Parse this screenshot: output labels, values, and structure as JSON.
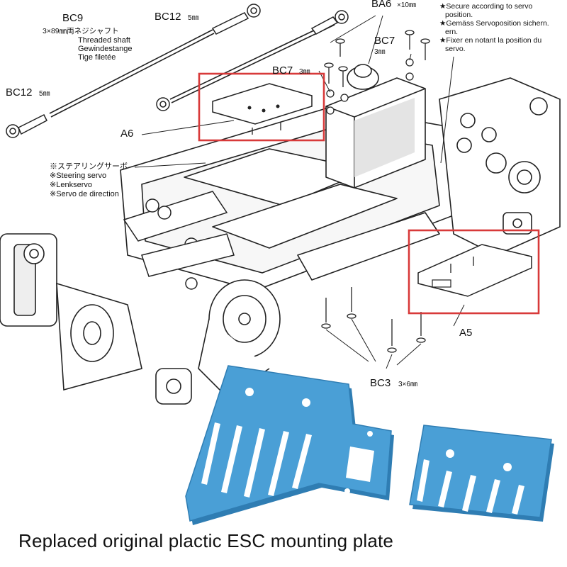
{
  "labels": {
    "bc9_code": "BC9",
    "bc9_size": "3×89㎜両ネジシャフト",
    "bc9_en": "Threaded shaft",
    "bc9_de": "Gewindestange",
    "bc9_fr": "Tige filetée",
    "bc12_top": "BC12",
    "bc12_top_size": "5㎜",
    "bc12_left": "BC12",
    "bc12_left_size": "5㎜",
    "ba6": "BA6",
    "ba6_size": "×10㎜",
    "bc7_right": "BC7",
    "bc7_right_size": "3㎜",
    "bc7_mid": "BC7",
    "bc7_mid_size": "3㎜",
    "a6": "A6",
    "a5": "A5",
    "bc3": "BC3",
    "bc3_size": "3×6㎜",
    "servo_jp": "※ステアリングサーボ",
    "servo_en": "※Steering servo",
    "servo_de": "※Lenkservo",
    "servo_fr": "※Servo de direction",
    "note_en_1": "★Secure according to servo",
    "note_en_2": "position.",
    "note_de_1": "★Gemäss Servoposition sichern.",
    "note_de_2": "ern.",
    "note_fr_1": "★Fixer en notant la position du",
    "note_fr_2": "servo."
  },
  "caption": "Replaced original plactic ESC mounting plate",
  "colors": {
    "highlight": "#d83a3a",
    "plate": "#4a9fd6",
    "plate_dark": "#2f7db3"
  }
}
